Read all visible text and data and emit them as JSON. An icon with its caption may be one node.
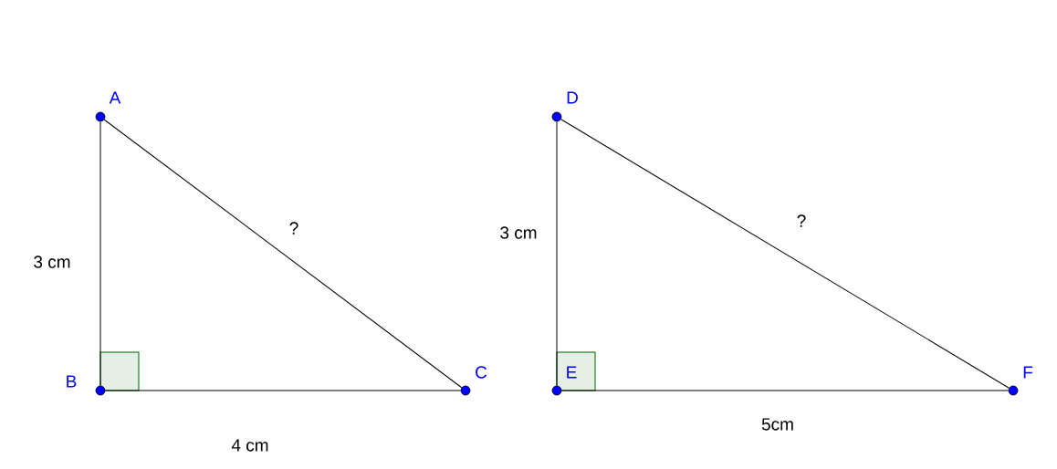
{
  "diagram": {
    "nodes": [
      {
        "text": [],
        "shape": "circle",
        "beside": [
          "A"
        ]
      },
      {
        "text": [],
        "shape": "circle",
        "beside": [
          "B"
        ]
      },
      {
        "text": [],
        "shape": "circle",
        "beside": [
          "C"
        ]
      },
      {
        "text": [],
        "shape": "circle",
        "beside": [
          "D"
        ]
      },
      {
        "text": [],
        "shape": "circle",
        "beside": [
          "E"
        ]
      },
      {
        "text": [],
        "shape": "circle",
        "beside": [
          "F"
        ]
      }
    ],
    "edges": [
      {
        "from": 0,
        "to": 1,
        "arrow": "none",
        "label": "3 cm"
      },
      {
        "from": 1,
        "to": 2,
        "arrow": "none",
        "label": "4 cm"
      },
      {
        "from": 0,
        "to": 2,
        "arrow": "none",
        "label": "?"
      },
      {
        "from": 3,
        "to": 4,
        "arrow": "none",
        "label": "3 cm"
      },
      {
        "from": 4,
        "to": 5,
        "arrow": "none",
        "label": "5cm"
      },
      {
        "from": 3,
        "to": 5,
        "arrow": "none",
        "label": "?"
      }
    ]
  }
}
